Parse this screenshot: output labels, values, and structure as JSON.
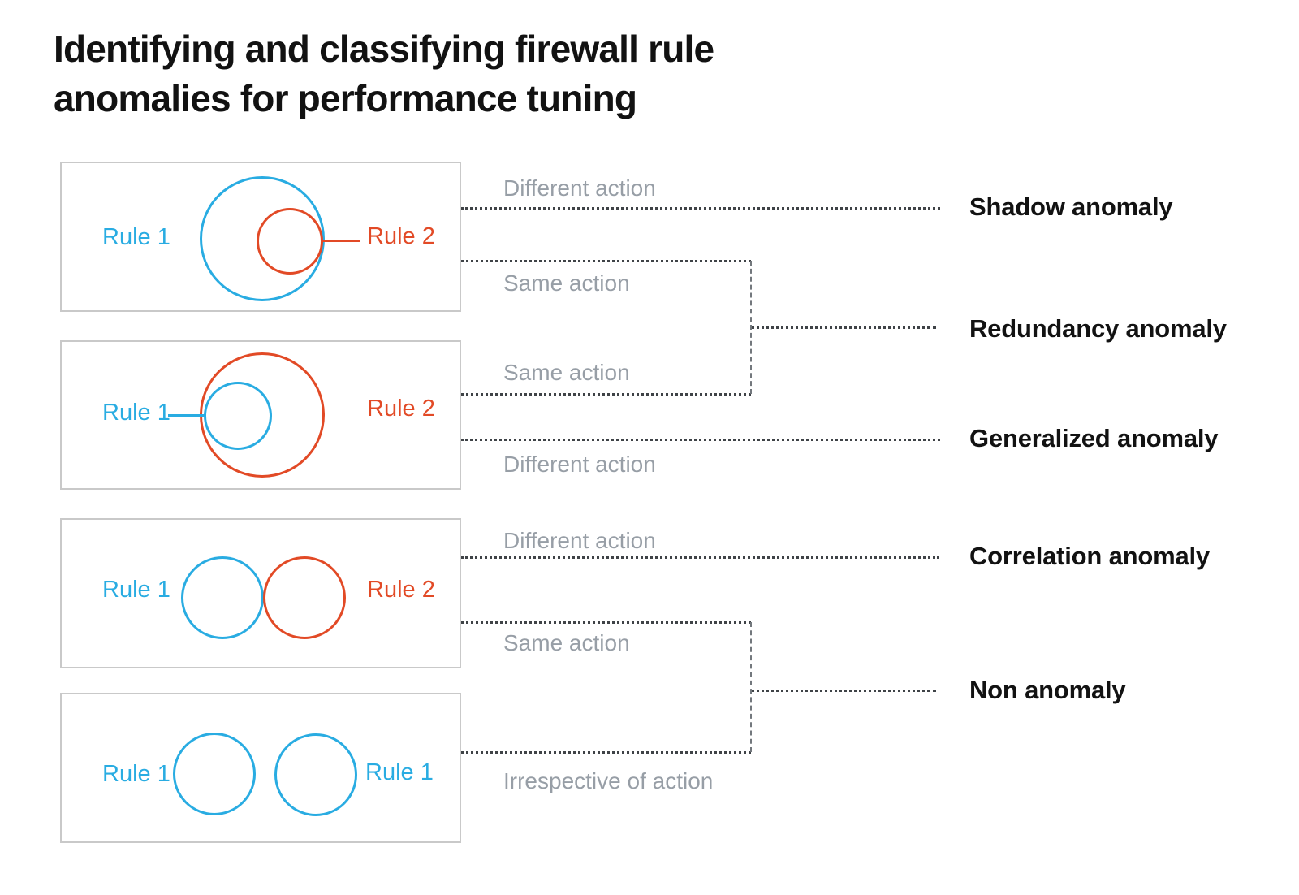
{
  "title": {
    "line1": "Identifying and classifying firewall rule",
    "line2": "anomalies for performance tuning"
  },
  "colors": {
    "rule1": "#29ACE2",
    "rule2": "#E24A26",
    "muted": "#979EA6",
    "ink": "#121212",
    "box_border": "#C9C9C9",
    "dotted": "#3F4347",
    "dashed": "#73787D"
  },
  "panels": [
    {
      "relation": "rule2-inside-rule1",
      "left_label": "Rule 1",
      "right_label": "Rule 2"
    },
    {
      "relation": "rule1-inside-rule2",
      "left_label": "Rule 1",
      "right_label": "Rule 2"
    },
    {
      "relation": "rules-touching-overlap",
      "left_label": "Rule 1",
      "right_label": "Rule 2"
    },
    {
      "relation": "rules-disjoint-identical",
      "left_label": "Rule 1",
      "right_label": "Rule 1"
    }
  ],
  "action_labels": {
    "a1": "Different action",
    "a2": "Same action",
    "a3": "Same action",
    "a4": "Different action",
    "a5": "Different action",
    "a6": "Same action",
    "a7": "Irrespective of action"
  },
  "anomaly_labels": {
    "shadow": "Shadow anomaly",
    "redundancy": "Redundancy anomaly",
    "generalized": "Generalized anomaly",
    "correlation": "Correlation anomaly",
    "non": "Non anomaly"
  }
}
